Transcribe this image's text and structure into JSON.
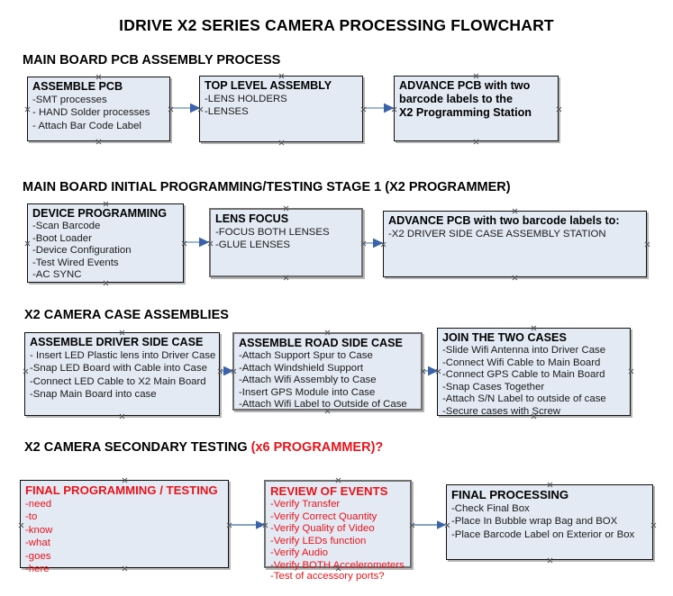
{
  "document": {
    "title": "IDRIVE X2  SERIES CAMERA PROCESSING FLOWCHART",
    "accent_color": "#e8131a",
    "box_fill": "#e3eaf4",
    "arrow_color": "#8faec8"
  },
  "sections": [
    {
      "id": "main-board-pcb-assembly",
      "header": "MAIN BOARD PCB ASSEMBLY PROCESS",
      "header_accent": "",
      "boxes": [
        {
          "id": "assemble-pcb",
          "title": "ASSEMBLE PCB",
          "lines": [
            "-SMT processes",
            "- HAND Solder processes",
            "- Attach Bar Code Label"
          ]
        },
        {
          "id": "top-level-assembly",
          "title": "TOP LEVEL ASSEMBLY",
          "lines": [
            "-LENS HOLDERS",
            "-LENSES"
          ]
        },
        {
          "id": "advance-pcb-programming-station",
          "title": "ADVANCE PCB with two",
          "lines": [
            "barcode labels to the",
            " X2 Programming Station"
          ]
        }
      ]
    },
    {
      "id": "main-board-initial-programming",
      "header": "MAIN BOARD INITIAL PROGRAMMING/TESTING STAGE 1 (X2 PROGRAMMER)",
      "header_accent": "",
      "boxes": [
        {
          "id": "device-programming",
          "title": "DEVICE PROGRAMMING",
          "lines": [
            "-Scan Barcode",
            "-Boot Loader",
            "-Device Configuration",
            "-Test Wired Events",
            "-AC SYNC"
          ]
        },
        {
          "id": "lens-focus",
          "title": "LENS FOCUS",
          "lines": [
            "-FOCUS BOTH LENSES",
            "-GLUE LENSES"
          ]
        },
        {
          "id": "advance-pcb-driver-side-station",
          "title": "ADVANCE PCB with two barcode labels to:",
          "lines": [
            "-X2 DRIVER  SIDE  CASE  ASSEMBLY STATION"
          ]
        }
      ]
    },
    {
      "id": "x2-camera-case-assemblies",
      "header": "X2 CAMERA CASE ASSEMBLIES",
      "header_accent": "",
      "boxes": [
        {
          "id": "assemble-driver-side-case",
          "title": "ASSEMBLE DRIVER SIDE CASE",
          "lines": [
            "- Insert LED Plastic lens into Driver Case",
            "-Snap LED Board with Cable into Case",
            "-Connect LED Cable to X2 Main Board",
            "-Snap Main Board into case"
          ]
        },
        {
          "id": "assemble-road-side-case",
          "title": "ASSEMBLE ROAD SIDE CASE",
          "lines": [
            "-Attach Support Spur to Case",
            "-Attach Windshield Support",
            "-Attach Wifi Assembly to Case",
            "-Insert GPS Module into Case",
            "-Attach Wifi Label to Outside of Case"
          ]
        },
        {
          "id": "join-the-two-cases",
          "title": "JOIN THE TWO CASES",
          "lines": [
            "-Slide Wifi Antenna into Driver Case",
            "-Connect Wifi Cable to Main Board",
            "-Connect GPS Cable to Main Board",
            "-Snap Cases Together",
            "-Attach S/N Label to outside of case",
            "-Secure cases with Screw"
          ]
        }
      ]
    },
    {
      "id": "x2-camera-secondary-testing",
      "header": "X2 CAMERA SECONDARY TESTING ",
      "header_accent": "(x6 PROGRAMMER)?",
      "boxes": [
        {
          "id": "final-programming-testing",
          "title": "FINAL PROGRAMMING / TESTING",
          "lines": [
            "-need",
            "-to",
            "-know",
            "-what",
            "-goes",
            "-here"
          ]
        },
        {
          "id": "review-of-events",
          "title": "REVIEW OF EVENTS",
          "lines": [
            "-Verify Transfer",
            "-Verify Correct Quantity",
            "-Verify Quality of Video",
            "-Verify LEDs function",
            "-Verify Audio",
            "-Verify BOTH Accelerometers"
          ],
          "overflow_line": "-Test of accessory ports?"
        },
        {
          "id": "final-processing",
          "title": "FINAL PROCESSING",
          "lines": [
            " -Check Final Box",
            "-Place In Bubble wrap Bag and BOX",
            "-Place Barcode Label on Exterior or Box"
          ]
        }
      ]
    }
  ]
}
